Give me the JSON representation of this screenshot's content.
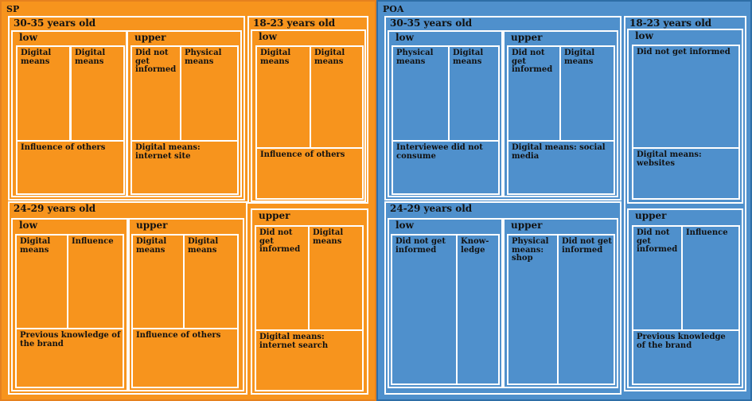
{
  "colors": {
    "SP": "#f7941d",
    "POA": "#4f90cc",
    "SP_border": "#e6811e",
    "POA_border": "#2e6ea6",
    "divider": "#ffffff"
  },
  "cities": [
    {
      "label": "SP",
      "ages": [
        {
          "label": "30-35 years old",
          "incomes": [
            {
              "label": "low",
              "leaves": [
                "Digital means",
                "Digital means",
                "Influence of others"
              ]
            },
            {
              "label": "upper",
              "leaves": [
                "Did not get informed",
                "Physical means",
                "Digital means: internet site"
              ]
            }
          ]
        },
        {
          "label": "18-23 years old",
          "incomes": [
            {
              "label": "low",
              "leaves": [
                "Digital means",
                "Digital means",
                "Influence of others"
              ]
            },
            {
              "label": "upper",
              "leaves": [
                "Did not get informed",
                "Digital means",
                "Digital means: internet search"
              ]
            }
          ]
        },
        {
          "label": "24-29 years old",
          "incomes": [
            {
              "label": "low",
              "leaves": [
                "Digital means",
                "Influence",
                "Previous knowledge of the brand"
              ]
            },
            {
              "label": "upper",
              "leaves": [
                "Digital means",
                "Digital means",
                "Influence of others"
              ]
            }
          ]
        }
      ]
    },
    {
      "label": "POA",
      "ages": [
        {
          "label": "30-35 years old",
          "incomes": [
            {
              "label": "low",
              "leaves": [
                "Physical means",
                "Digital means",
                "Interviewee did not consume"
              ]
            },
            {
              "label": "upper",
              "leaves": [
                "Did not get informed",
                "Digital means",
                "Digital means: social media"
              ]
            }
          ]
        },
        {
          "label": "18-23 years old",
          "incomes": [
            {
              "label": "low",
              "leaves": [
                "Did not get informed",
                "Digital means: websites"
              ]
            },
            {
              "label": "upper",
              "leaves": [
                "Did not get informed",
                "Influence",
                "Previous knowledge of the brand"
              ]
            }
          ]
        },
        {
          "label": "24-29 years old",
          "incomes": [
            {
              "label": "low",
              "leaves": [
                "Did not get informed",
                "Know-ledge"
              ]
            },
            {
              "label": "upper",
              "leaves": [
                "Physical means: shop",
                "Did not get informed"
              ]
            }
          ]
        }
      ]
    }
  ]
}
